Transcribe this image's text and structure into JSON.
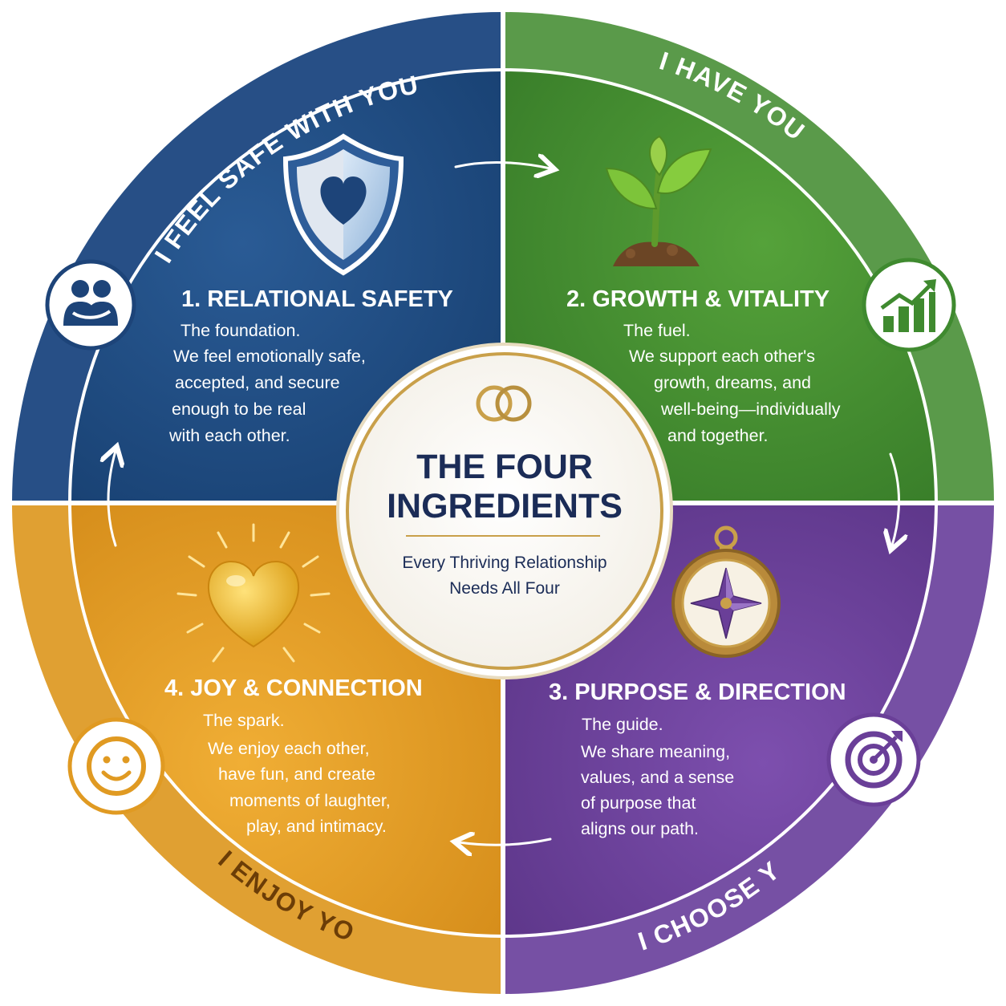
{
  "center": {
    "title_line1": "THE FOUR",
    "title_line2": "INGREDIENTS",
    "subtitle_line1": "Every Thriving Relationship",
    "subtitle_line2": "Needs All Four",
    "icon": "wedding-rings-icon"
  },
  "quadrants": [
    {
      "id": "safety",
      "title": "1. RELATIONAL SAFETY",
      "body": [
        "The foundation.",
        "We feel emotionally safe,",
        "accepted, and secure",
        "enough to be real",
        "with each other."
      ],
      "arc_label": "I FEEL SAFE WITH YOU",
      "main_icon": "shield-heart-icon",
      "badge_icon": "hugging-people-icon",
      "color": "#1c4a80",
      "outer_color": "#274f86"
    },
    {
      "id": "growth",
      "title": "2. GROWTH & VITALITY",
      "body": [
        "The fuel.",
        "We support each other's",
        "growth, dreams, and",
        "well-being—individually",
        "and together."
      ],
      "arc_label": "I HAVE YOU",
      "main_icon": "sprouting-plant-icon",
      "badge_icon": "growth-chart-icon",
      "color": "#3f8a2f",
      "outer_color": "#5a9a4a"
    },
    {
      "id": "purpose",
      "title": "3. PURPOSE & DIRECTION",
      "body": [
        "The guide.",
        "We share meaning,",
        "values, and a sense",
        "of purpose that",
        "aligns our path."
      ],
      "arc_label": "I CHOOSE YOU",
      "main_icon": "compass-icon",
      "badge_icon": "target-icon",
      "color": "#6a3f98",
      "outer_color": "#7650a4"
    },
    {
      "id": "joy",
      "title": "4. JOY & CONNECTION",
      "body": [
        "The spark.",
        "We enjoy each other,",
        "have fun, and create",
        "moments of laughter,",
        "play, and intimacy."
      ],
      "arc_label": "I ENJOY YOU",
      "main_icon": "glowing-heart-icon",
      "badge_icon": "smiley-icon",
      "color": "#e09a22",
      "outer_color": "#e0a032"
    }
  ],
  "colors": {
    "navy": "#1b2c57",
    "gold": "#c9a04a",
    "text_light": "#ffffff"
  }
}
